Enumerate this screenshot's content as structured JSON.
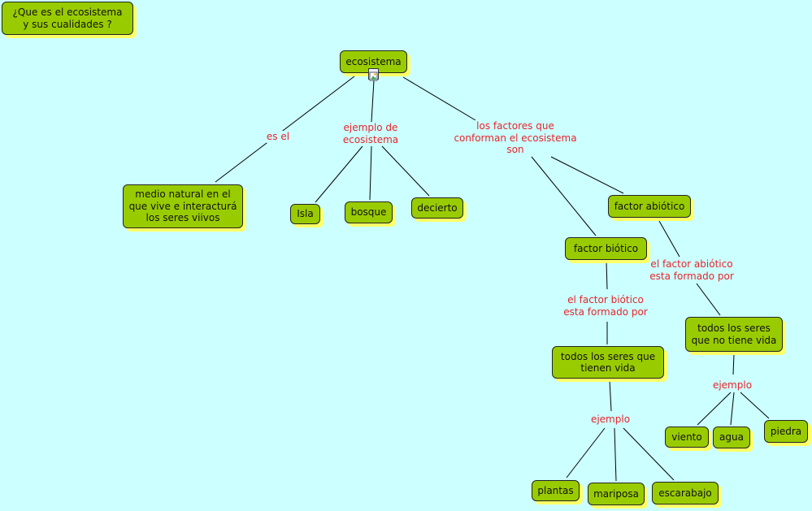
{
  "title": "¿Que es  el  ecosistema\n y  sus cualidades ?",
  "concepts": {
    "ecosistema": "ecosistema",
    "medio": "medio natural en el\nque vive e interacturá\nlos seres viivos",
    "isla": "Isla",
    "bosque": "bosque",
    "decierto": "decierto",
    "abiotico": "factor abiótico",
    "biotico": "factor biótico",
    "seres_vida": "todos los seres que\ntienen vida",
    "seres_no_vida": "todos los seres\nque no tiene vida",
    "plantas": "plantas",
    "mariposa": "mariposa",
    "escarabajo": "escarabajo",
    "viento": "viento",
    "agua": "agua",
    "piedra": "piedra"
  },
  "linking_phrases": {
    "es_el": "es el",
    "ejemplo_ecosistema": "ejemplo de\necosistema",
    "factores": "los factores que\nconforman el ecosistema\nson",
    "biotico_formado": "el factor biótico\nesta formado por",
    "abiotico_formado": "el factor abiótico\nesta formado por",
    "ejemplo_vida": "ejemplo",
    "ejemplo_no_vida": "ejemplo"
  },
  "colors": {
    "background": "#ccffff",
    "concept_fill": "#99cc00",
    "concept_shadow": "#ffff66",
    "link_text": "#e8242a",
    "line": "#000000"
  }
}
